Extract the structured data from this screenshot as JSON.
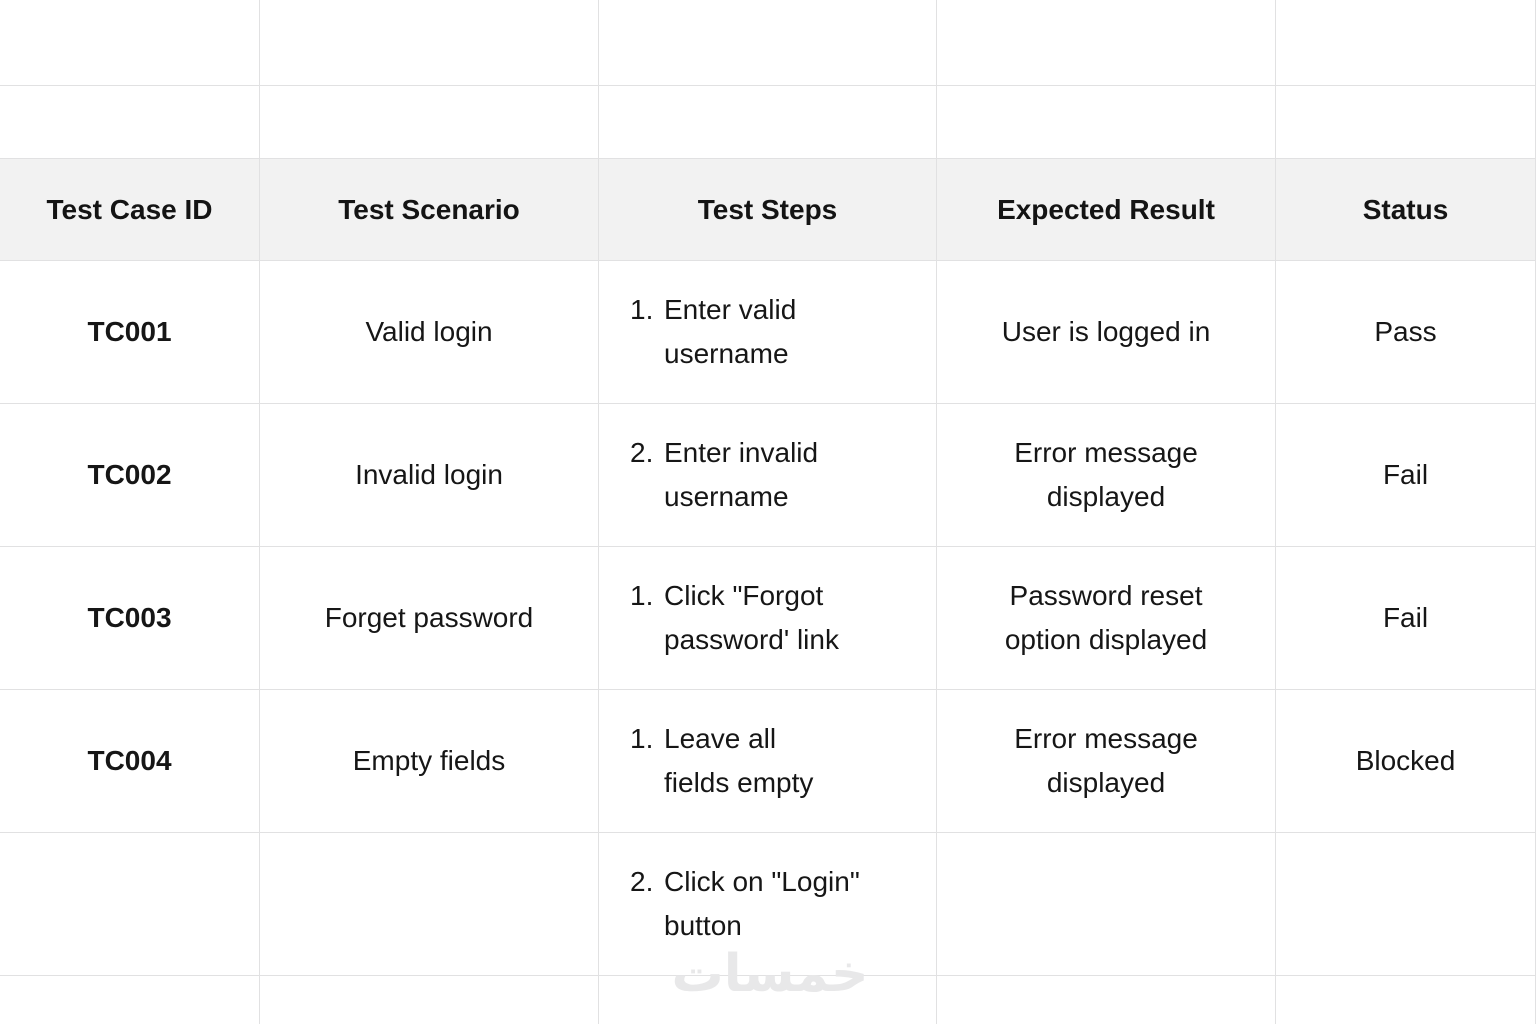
{
  "watermark_text": "خمسات",
  "colors": {
    "header_background": "#f2f2f2",
    "grid_border": "#e1e1e2",
    "text": "#161616",
    "watermark": "#e8e8e9"
  },
  "table": {
    "headers": {
      "test_case_id": "Test Case ID",
      "test_scenario": "Test Scenario",
      "test_steps": "Test Steps",
      "expected_result": "Expected Result",
      "status": "Status"
    },
    "rows": [
      {
        "id": "TC001",
        "scenario": "Valid login",
        "step_num": "1.",
        "step_text": "Enter valid\nusername",
        "expected": "User is logged in",
        "status": "Pass"
      },
      {
        "id": "TC002",
        "scenario": "Invalid login",
        "step_num": "2.",
        "step_text": "Enter invalid\nusername",
        "expected": "Error message\ndisplayed",
        "status": "Fail"
      },
      {
        "id": "TC003",
        "scenario": "Forget password",
        "step_num": "1.",
        "step_text": "Click \"Forgot\npassword' link",
        "expected": "Password reset\noption displayed",
        "status": "Fail"
      },
      {
        "id": "TC004",
        "scenario": "Empty fields",
        "step_num": "1.",
        "step_text": "Leave all\nfields empty",
        "expected": "Error message\ndisplayed",
        "status": "Blocked"
      },
      {
        "id": "",
        "scenario": "",
        "step_num": "2.",
        "step_text": "Click on \"Login\"\nbutton",
        "expected": "",
        "status": ""
      }
    ]
  }
}
